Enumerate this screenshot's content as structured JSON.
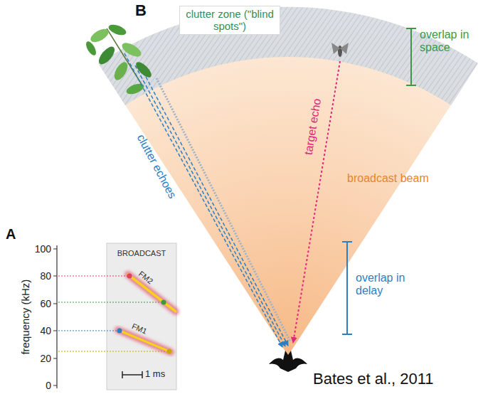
{
  "diagram": {
    "nodes": [
      {
        "text": [
          "clutter zone (\"blind spots\")"
        ]
      }
    ],
    "labels": [
      "B",
      "overlap in space",
      "target echo",
      "clutter echoes",
      "broadcast beam",
      "overlap in delay",
      "A",
      "100",
      "80",
      "60",
      "40",
      "20",
      "0",
      "frequency (kHz)",
      "BROADCAST",
      "FM2",
      "FM1",
      "1 ms",
      "Bates et al., 2011"
    ]
  }
}
